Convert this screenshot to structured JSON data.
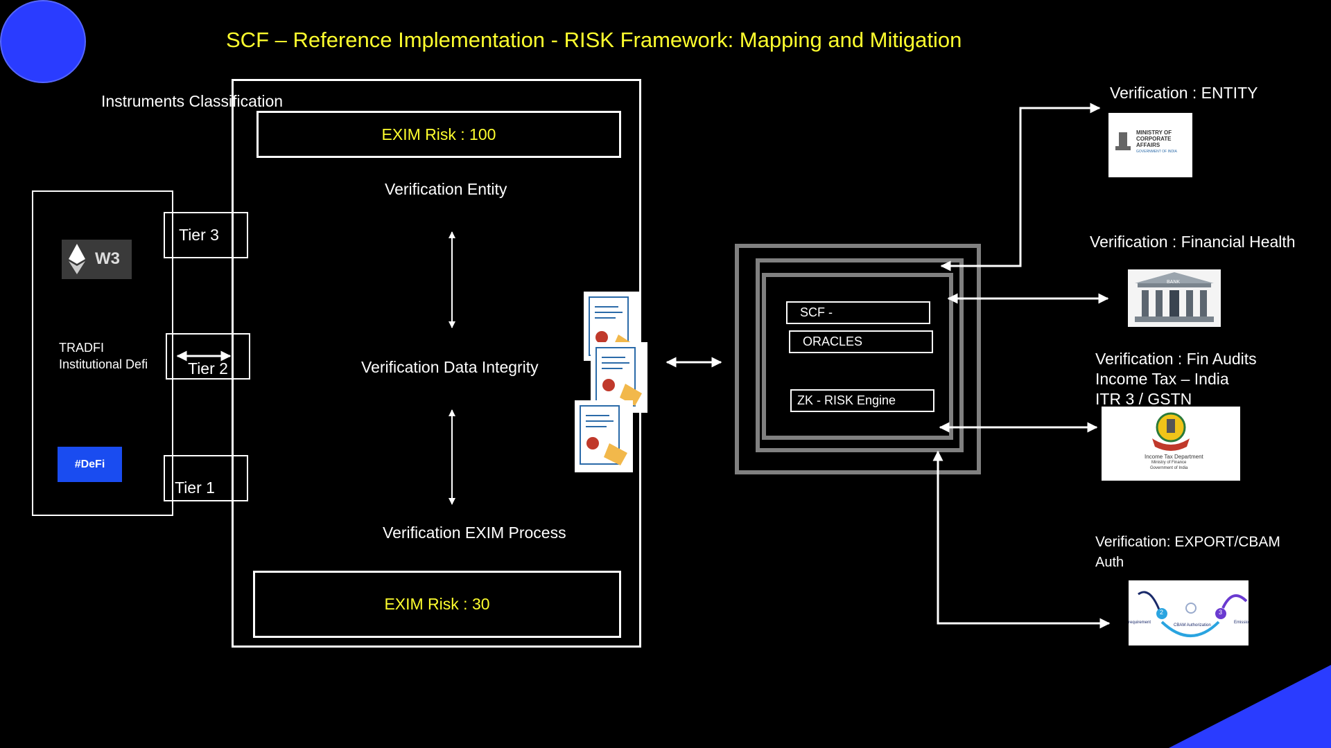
{
  "title": "SCF – Reference Implementation  - RISK Framework:  Mapping and Mitigation",
  "left": {
    "classification_label": "Instruments Classification",
    "tiers": [
      "Tier 3",
      "Tier 2",
      "Tier 1"
    ],
    "tradfi_line1": "TRADFI",
    "tradfi_line2": "Institutional Defi",
    "defi_badge": "#DeFi",
    "web3_logo_text": "W3"
  },
  "center": {
    "exim_top": "EXIM Risk : 100",
    "verification_entity": "Verification Entity",
    "verification_data_integrity": "Verification Data Integrity",
    "verification_exim_process": "Verification EXIM Process",
    "exim_bottom": "EXIM  Risk : 30"
  },
  "engine": {
    "scf": "SCF -",
    "oracles": "ORACLES",
    "zk": "ZK -  RISK Engine"
  },
  "right": {
    "entity_label": "Verification : ENTITY",
    "mca_logo_text": [
      "MINISTRY OF",
      "CORPORATE",
      "AFFAIRS",
      "GOVERNMENT OF INDIA"
    ],
    "financial_health_label": "Verification : Financial Health",
    "bank_logo_text": "BANK",
    "fin_audits_lines": [
      "Verification : Fin Audits",
      "Income Tax – India",
      "ITR 3 / GSTN"
    ],
    "it_logo_text": [
      "Income Tax Department",
      "Ministry of Finance",
      "Government of India"
    ],
    "export_label_line1": "Verification: EXPORT/CBAM",
    "export_label_line2": "Auth",
    "cbam_text": [
      "requirement",
      "CBAM Authorization",
      "Emissio"
    ],
    "cbam_steps": [
      "2",
      "3"
    ]
  },
  "colors": {
    "title": "#ffff2e",
    "accent_blue": "#2a3cff",
    "defi_blue": "#1a4cf0",
    "engine_gray": "#808080"
  }
}
